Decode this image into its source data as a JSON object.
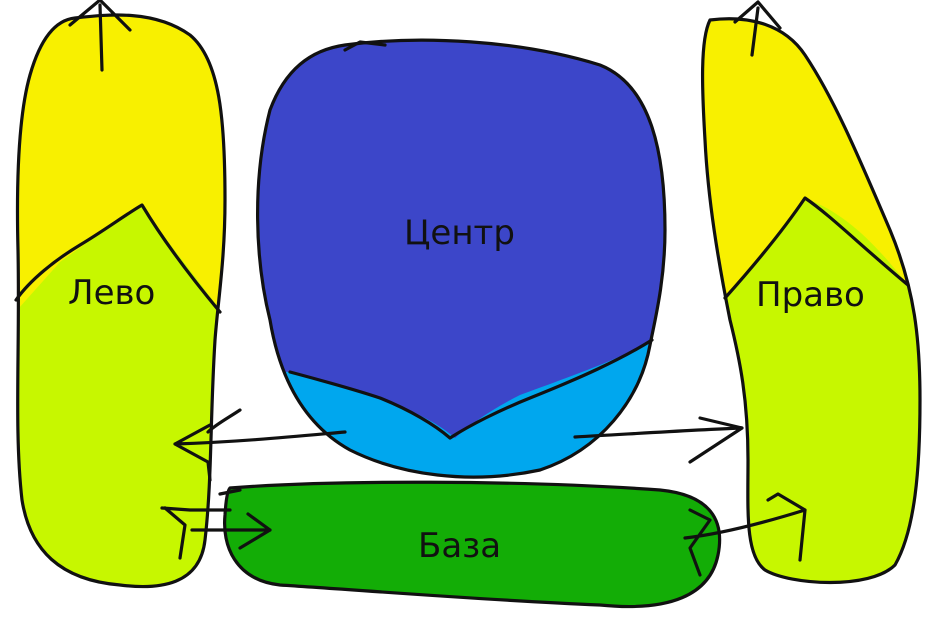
{
  "diagram": {
    "labels": {
      "left": "Лево",
      "center": "Центр",
      "right": "Право",
      "base": "База"
    },
    "colors": {
      "left_top": "#f8f000",
      "left_bottom": "#c7f700",
      "center_main": "#3c46c9",
      "center_bottom": "#00a7ee",
      "right_top": "#f8f000",
      "right_bottom": "#c7f700",
      "base": "#13ad06",
      "outline": "#111111",
      "background": "#ffffff"
    }
  }
}
